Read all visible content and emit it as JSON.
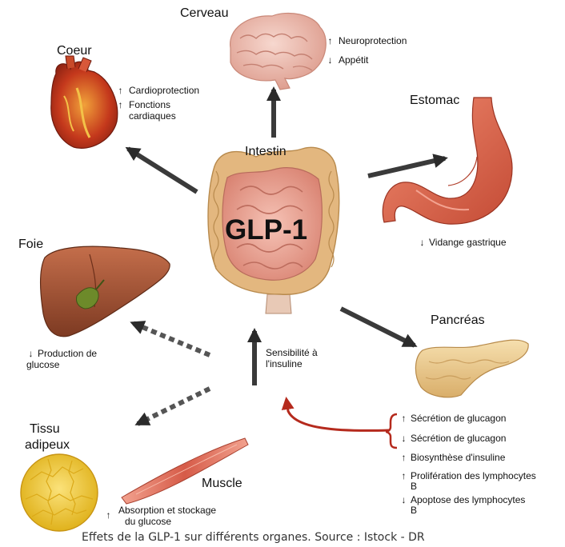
{
  "organs": {
    "cerveau": "Cerveau",
    "coeur": "Coeur",
    "estomac": "Estomac",
    "intestin": "Intestin",
    "foie": "Foie",
    "pancreas": "Pancréas",
    "tissu_line1": "Tissu",
    "tissu_line2": "adipeux",
    "muscle": "Muscle"
  },
  "center_label": "GLP-1",
  "effects": {
    "cerveau": [
      {
        "dir": "↑",
        "text": "Neuroprotection"
      },
      {
        "dir": "↓",
        "text": "Appétit"
      }
    ],
    "coeur": [
      {
        "dir": "↑",
        "text": "Cardioprotection"
      },
      {
        "dir": "↑",
        "line1": "Fonctions",
        "line2": "cardiaques"
      }
    ],
    "estomac": {
      "dir": "↓",
      "text": "Vidange gastrique"
    },
    "foie": {
      "dir": "↓",
      "line1": "Production de",
      "line2": "glucose"
    },
    "sensibilite": {
      "line1": "Sensibilité à",
      "line2": "l'insuline"
    },
    "muscle": {
      "dir": "↑",
      "line1": "Absorption et stockage",
      "line2": "du glucose"
    },
    "pancreas": [
      {
        "dir": "↑",
        "text": "Sécrétion de glucagon"
      },
      {
        "dir": "↓",
        "text": "Sécrétion de glucagon"
      },
      {
        "dir": "↑",
        "text": "Biosynthèse d'insuline"
      },
      {
        "dir": "↑",
        "line1": "Prolifération des lymphocytes",
        "line2": "B"
      },
      {
        "dir": "↓",
        "line1": "Apoptose des lymphocytes",
        "line2": "B"
      }
    ]
  },
  "caption": "Effets de la GLP-1 sur différents organes. Source : Istock - DR",
  "colors": {
    "intestine": "#e9a79a",
    "colon": "#e3b77f",
    "heart": "#c4381c",
    "stomach": "#e0705a",
    "liver": "#a8563a",
    "pancreas": "#efcf93",
    "fat": "#f3d14a",
    "muscle": "#d9705e",
    "brain": "#f1c3b9",
    "arrow": "#333333",
    "feedback_arrow": "#b52a1d"
  }
}
